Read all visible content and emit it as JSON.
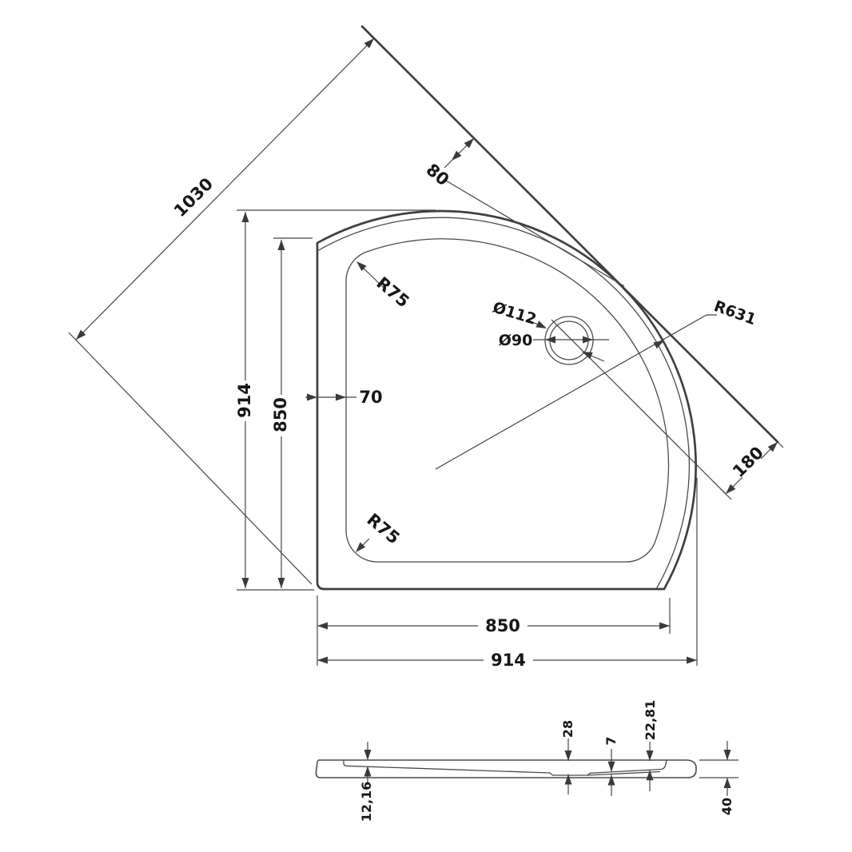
{
  "drawing": {
    "type": "technical-drawing",
    "subject": "quadrant shower tray - plan and section views",
    "colors": {
      "background": "#ffffff",
      "line": "#3f3f3f",
      "text": "#161616"
    },
    "plan": {
      "diagonal": "1030",
      "rim_width": "80",
      "front_radius": "R631",
      "height_outer": "914",
      "height_inner": "850",
      "wall_inset": "70",
      "corner_radius_top": "R75",
      "corner_radius_bottom": "R75",
      "waste_outer_dia": "Ø112",
      "waste_inner_dia": "Ø90",
      "corner_offset": "180",
      "width_inner": "850",
      "width_outer": "914"
    },
    "section": {
      "rim_step": "12,16",
      "depth_waste": "28",
      "waste_recess": "7",
      "depth_edge": "22,81",
      "total_height": "40"
    }
  }
}
